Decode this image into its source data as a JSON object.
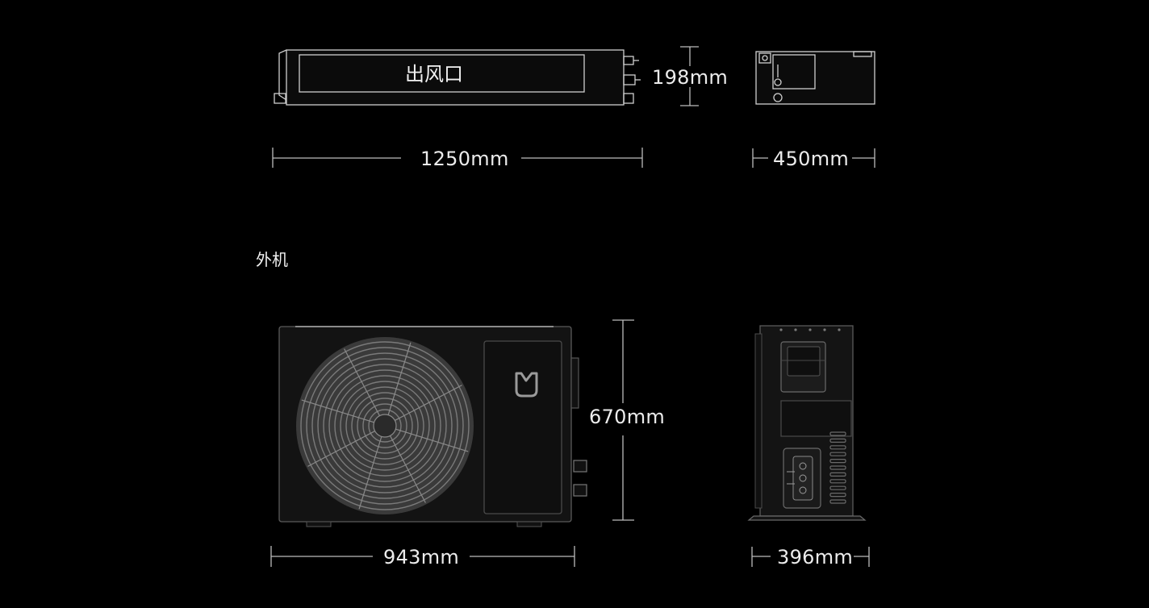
{
  "indoor": {
    "outlet_label": "出风口",
    "height": "198mm",
    "width": "1250mm",
    "depth": "450mm"
  },
  "outdoor": {
    "section_label": "外机",
    "height": "670mm",
    "width": "943mm",
    "depth": "396mm"
  },
  "colors": {
    "background": "#000000",
    "line": "#bdbdbd",
    "body": "#141414",
    "fan": "#6e6e6e"
  }
}
